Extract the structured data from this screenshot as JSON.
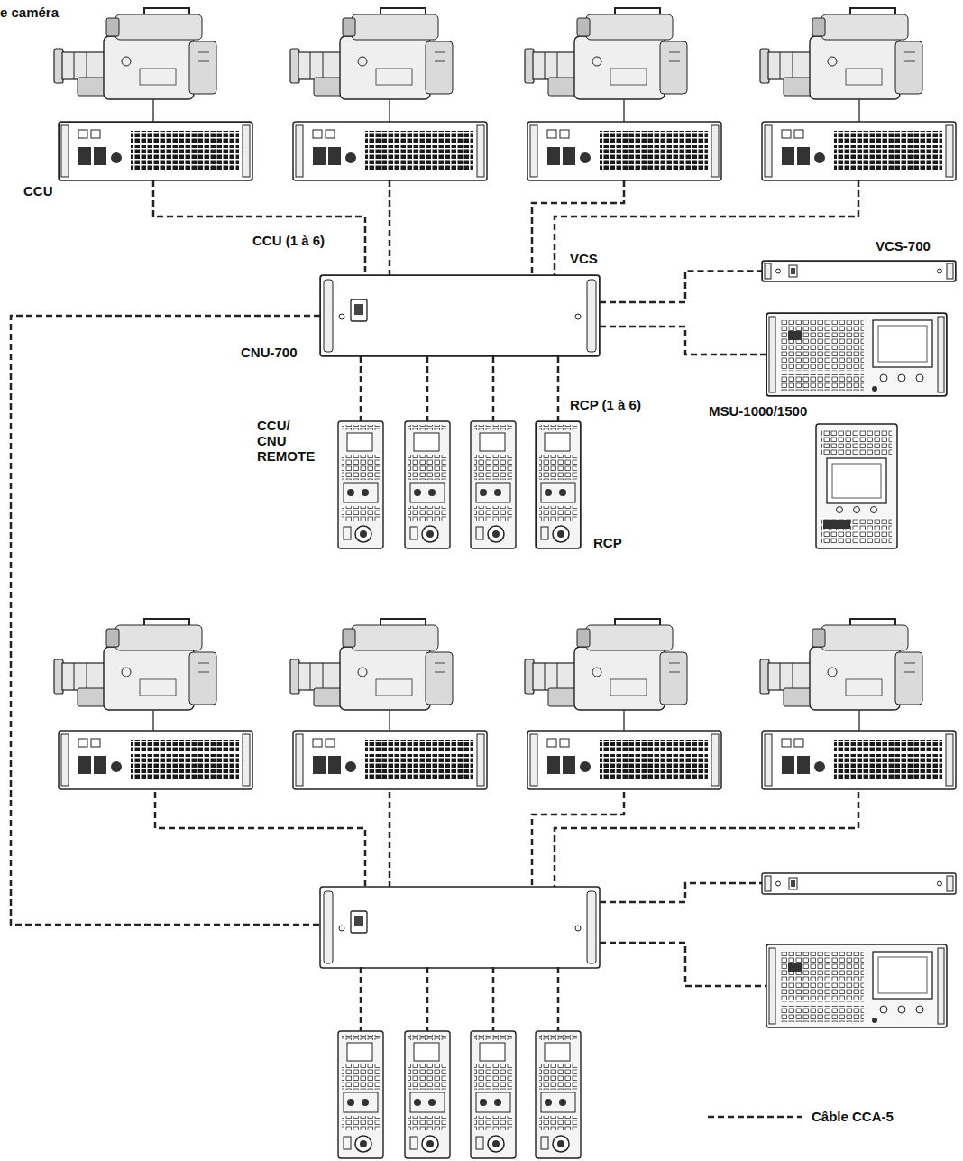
{
  "diagram": {
    "nodes": [
      {
        "text": [
          "CCU"
        ]
      },
      {
        "text": [
          "CNU-700"
        ]
      },
      {
        "text": [
          "VCS-700"
        ]
      },
      {
        "text": [
          "MSU-1000/1500"
        ]
      },
      {
        "text": [
          "RCP"
        ]
      }
    ],
    "edges": [
      {
        "from": 0,
        "to": 1,
        "arrow": "none"
      },
      {
        "from": 1,
        "to": 2,
        "arrow": "none"
      },
      {
        "from": 1,
        "to": 3,
        "arrow": "none"
      },
      {
        "from": 1,
        "to": 4,
        "arrow": "none"
      }
    ],
    "labels": [
      "e caméra",
      "CCU (1 à 6)",
      "VCS",
      "CCU/ CNU REMOTE",
      "RCP (1 à 6)"
    ],
    "legend": [
      {
        "text": "Câble CCA-5"
      }
    ]
  }
}
